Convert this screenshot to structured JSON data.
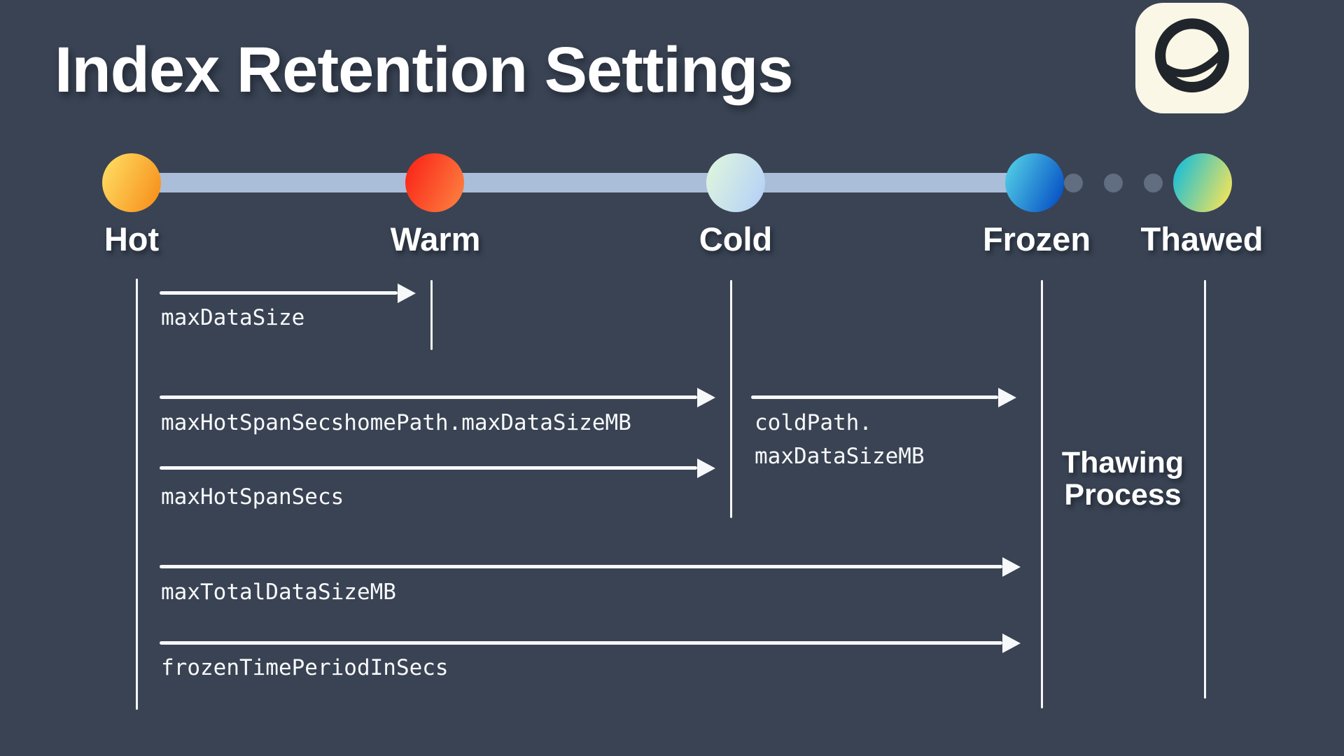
{
  "title": "Index Retention Settings",
  "logo": {
    "icon": "planet-swoosh",
    "bg_color": "#FAF7E6",
    "fg_color": "#20242B"
  },
  "colors": {
    "background": "#394353",
    "timeline_bar": "#ABBED9",
    "dot": "#68748A",
    "text": "#FFFFFF",
    "hot_gradient": [
      "#FFD95E",
      "#F7921E"
    ],
    "warm_gradient": [
      "#FB2D1C",
      "#FC8140"
    ],
    "cold_gradient": [
      "#DCF4DF",
      "#B7D2F6"
    ],
    "frozen_gradient": [
      "#4FC9E5",
      "#0853C6"
    ],
    "thawed_gradient": [
      "#1FBFD4",
      "#EFE35C"
    ]
  },
  "stages": [
    {
      "label": "Hot"
    },
    {
      "label": "Warm"
    },
    {
      "label": "Cold"
    },
    {
      "label": "Frozen"
    },
    {
      "label": "Thawed"
    }
  ],
  "dots_between_frozen_thawed": 3,
  "settings": [
    {
      "label": "maxDataSize",
      "from": "Hot",
      "to": "Warm"
    },
    {
      "label": "maxHotSpanSecshomePath.maxDataSizeMB",
      "from": "Hot",
      "to": "Cold"
    },
    {
      "label": "coldPath.\nmaxDataSizeMB",
      "from": "Cold",
      "to": "Frozen"
    },
    {
      "label": "maxHotSpanSecs",
      "from": "Hot",
      "to": "Cold"
    },
    {
      "label": "maxTotalDataSizeMB",
      "from": "Hot",
      "to": "Frozen"
    },
    {
      "label": "frozenTimePeriodInSecs",
      "from": "Hot",
      "to": "Frozen"
    }
  ],
  "thawing_label": "Thawing\nProcess"
}
